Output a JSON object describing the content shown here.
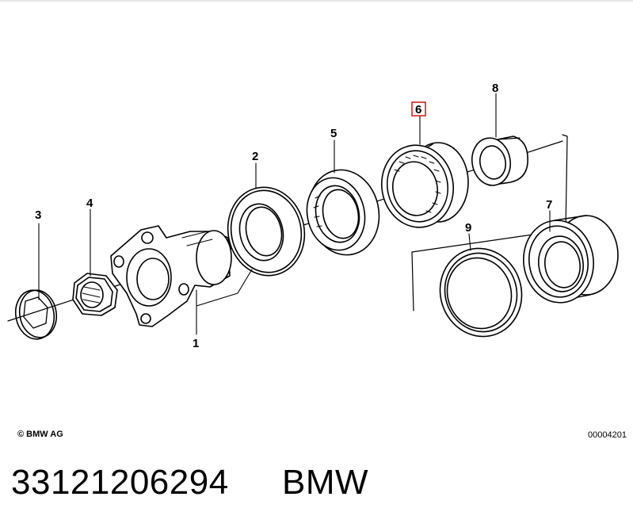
{
  "callouts": {
    "c1": "1",
    "c2": "2",
    "c3": "3",
    "c4": "4",
    "c5": "5",
    "c6": "6",
    "c7": "7",
    "c8": "8",
    "c9": "9"
  },
  "highlight_color": "#d62020",
  "footer": {
    "copyright": "© BMW AG",
    "code": "00004201"
  },
  "product": {
    "part_number": "33121206294",
    "brand": "BMW"
  }
}
